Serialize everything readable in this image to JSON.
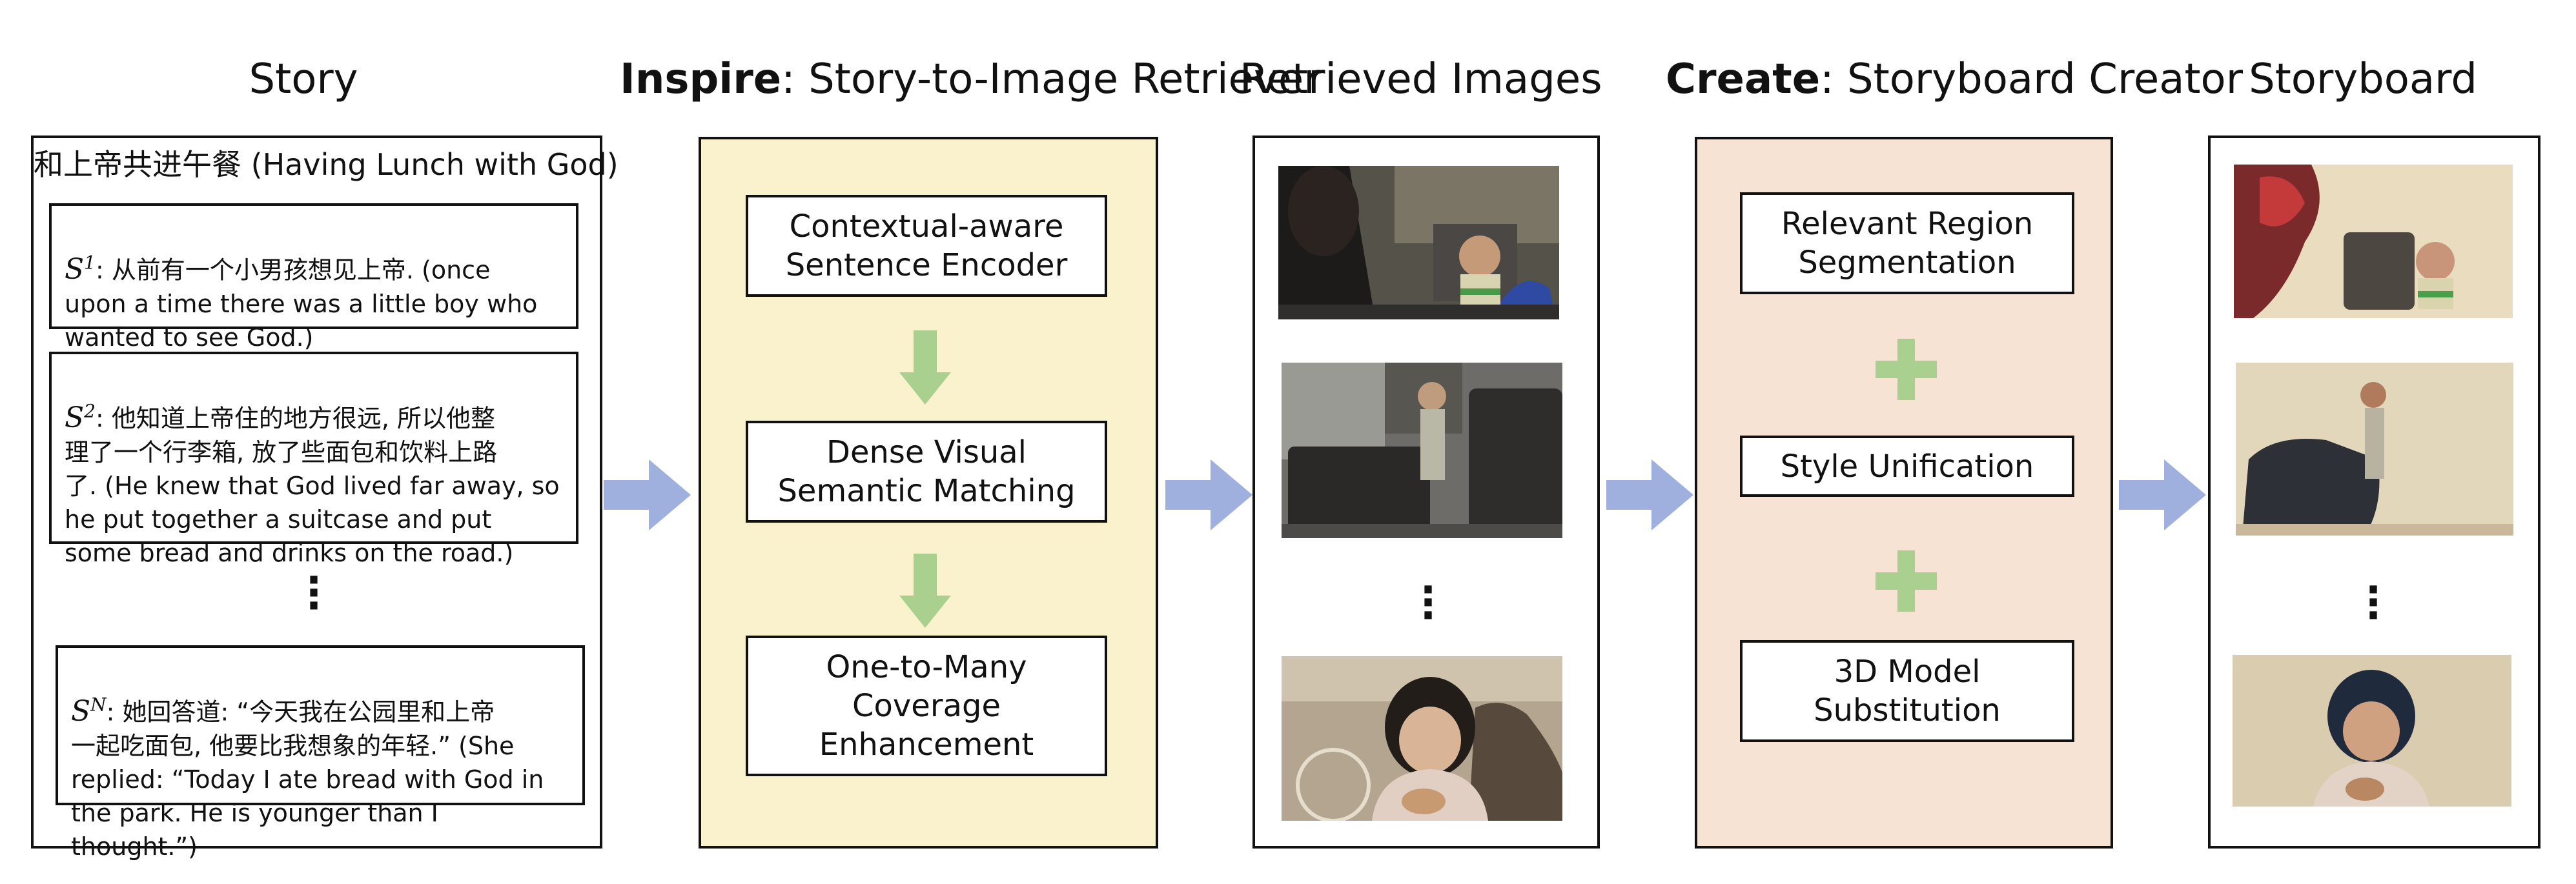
{
  "columns": {
    "story": "Story",
    "inspire_bold": "Inspire",
    "inspire_rest": ": Story-to-Image Retriever",
    "retrieved": "Retrieved Images",
    "create_bold": "Create",
    "create_rest": ": Storyboard Creator",
    "storyboard": "Storyboard"
  },
  "story": {
    "title": "和上帝共进午餐 (Having Lunch with God)",
    "sentences": [
      {
        "label": "S",
        "sup": "1",
        "text": ": 从前有一个小男孩想见上帝. (once\nupon a time there was a little boy who\nwanted to see God.)"
      },
      {
        "label": "S",
        "sup": "2",
        "text": ": 他知道上帝住的地方很远, 所以他整\n理了一个行李箱, 放了些面包和饮料上路\n了. (He knew that God lived far away, so\nhe put together a suitcase and put\nsome bread and drinks on the road.)"
      },
      {
        "label": "S",
        "sup": "N",
        "text": ": 她回答道: “今天我在公园里和上帝\n一起吃面包, 他要比我想象的年轻.” (She\nreplied: “Today I ate bread with God in\nthe park. He is younger than I thought.”)"
      }
    ],
    "ellipsis": "·\n·\n·"
  },
  "inspire": {
    "steps": [
      "Contextual-aware\nSentence Encoder",
      "Dense Visual\nSemantic Matching",
      "One-to-Many\nCoverage\nEnhancement"
    ]
  },
  "retrieved": {
    "ellipsis": "·\n·\n·"
  },
  "create": {
    "steps": [
      "Relevant Region\nSegmentation",
      "Style Unification",
      "3D Model\nSubstitution"
    ]
  },
  "storyboard": {
    "ellipsis": "·\n·\n·"
  },
  "colors": {
    "inspire_bg": "#faf2cc",
    "create_bg": "#f6e3d3",
    "arrow": "#9fb0de",
    "green": "#a9d08e"
  }
}
